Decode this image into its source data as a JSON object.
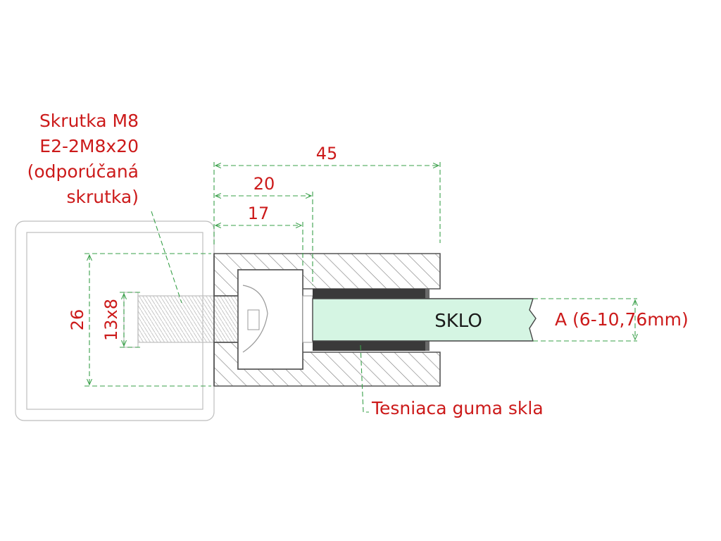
{
  "labels": {
    "screw_line1": "Skrutka M8",
    "screw_line2": "E2-2M8x20",
    "screw_line3": "(odporúčaná",
    "screw_line4": "skrutka)",
    "glass": "SKLO",
    "glass_thickness": "A (6-10,76mm)",
    "gasket": "Tesniaca guma skla"
  },
  "dimensions": {
    "overall_length": "45",
    "to_glass": "20",
    "to_recess": "17",
    "height": "26",
    "bolt": "13x8"
  },
  "colors": {
    "text": "#cc1a1a",
    "dimension_lines": "#3aa04a",
    "glass_fill": "#d5f5e3",
    "gasket_fill": "#3a3a3a",
    "outline": "#555555"
  }
}
